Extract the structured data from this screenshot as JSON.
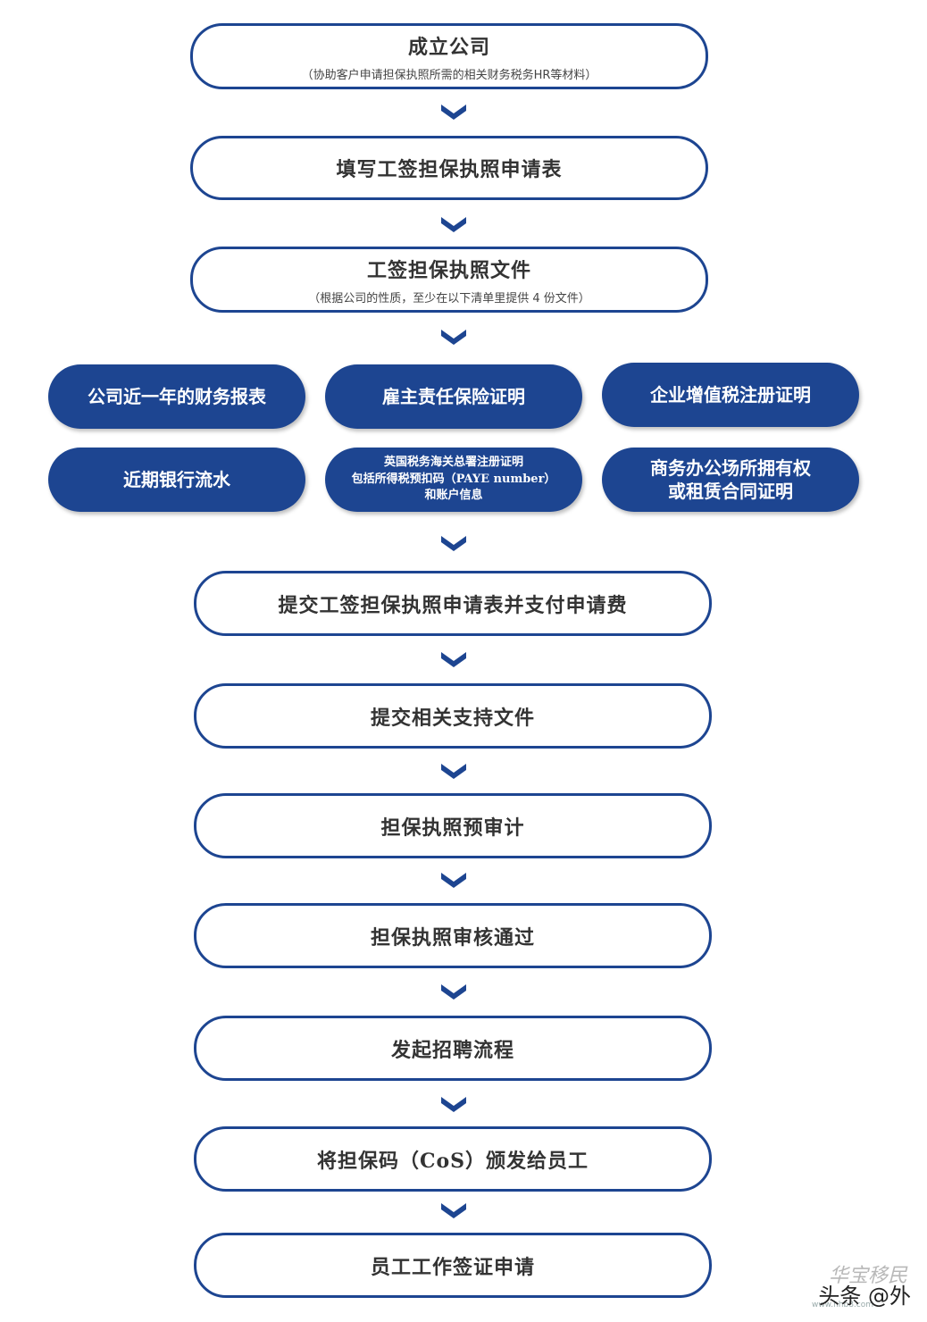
{
  "steps": [
    {
      "title": "成立公司",
      "subtitle": "（协助客户申请担保执照所需的相关财务税务HR等材料）"
    },
    {
      "title": "填写工签担保执照申请表",
      "subtitle": ""
    },
    {
      "title": "工签担保执照文件",
      "subtitle": "（根据公司的性质，至少在以下清单里提供 4 份文件）"
    },
    {
      "title": "提交工签担保执照申请表并支付申请费",
      "subtitle": ""
    },
    {
      "title": "提交相关支持文件",
      "subtitle": ""
    },
    {
      "title": "担保执照预审计",
      "subtitle": ""
    },
    {
      "title": "担保执照审核通过",
      "subtitle": ""
    },
    {
      "title": "发起招聘流程",
      "subtitle": ""
    },
    {
      "title": "将担保码（CoS）颁发给员工",
      "subtitle": ""
    },
    {
      "title": "员工工作签证申请",
      "subtitle": ""
    }
  ],
  "documents": [
    {
      "lines": [
        "公司近一年的财务报表"
      ]
    },
    {
      "lines": [
        "雇主责任保险证明"
      ]
    },
    {
      "lines": [
        "企业增值税注册证明"
      ]
    },
    {
      "lines": [
        "近期银行流水"
      ]
    },
    {
      "lines": [
        "英国税务海关总署注册证明",
        "包括所得税预扣码（PAYE number）",
        "和账户信息"
      ]
    },
    {
      "lines": [
        "商务办公场所拥有权",
        "或租赁合同证明"
      ]
    }
  ],
  "watermark": {
    "text": "头条 @外",
    "overlay": "华宝移民",
    "url": "www.hhb8.com"
  },
  "colors": {
    "primary": "#1d4591",
    "border": "#1d4591"
  }
}
